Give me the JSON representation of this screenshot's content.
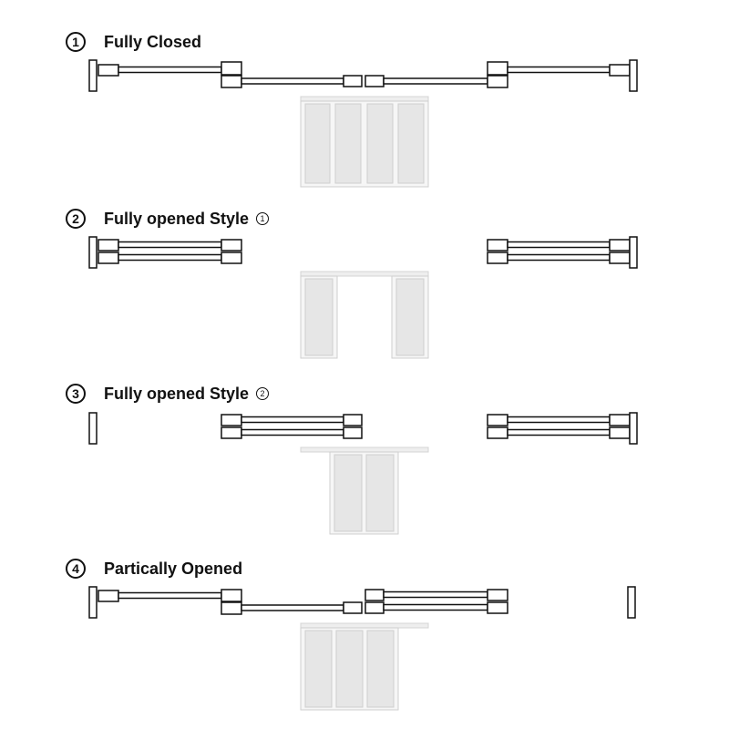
{
  "sections": [
    {
      "number": "1",
      "title": "Fully Closed",
      "style_mark": ""
    },
    {
      "number": "2",
      "title": "Fully opened Style",
      "style_mark": "1"
    },
    {
      "number": "3",
      "title": "Fully opened Style",
      "style_mark": "2"
    },
    {
      "number": "4",
      "title": "Partically Opened",
      "style_mark": ""
    }
  ],
  "colors": {
    "line": "#111111",
    "frame": "#cccccc",
    "glass": "#e6e6e6"
  }
}
